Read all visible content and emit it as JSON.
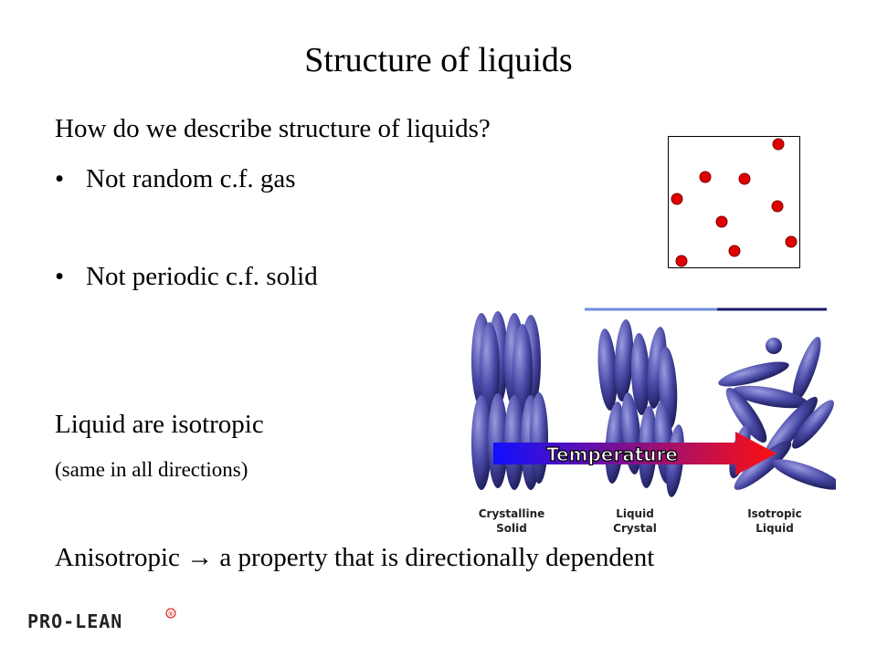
{
  "slide": {
    "title": "Structure of liquids",
    "question": "How do we describe structure of liquids?",
    "bullets": [
      {
        "symbol": "•",
        "text": "Not random c.f. gas"
      },
      {
        "symbol": "•",
        "text": "Not periodic c.f. solid"
      }
    ],
    "isotropic": {
      "heading": "Liquid are isotropic",
      "note": "(same in all directions)"
    },
    "anisotropic": "Anisotropic → a property that is directionally dependent"
  },
  "figure": {
    "arrow_label": "Temperature",
    "phases": [
      {
        "line1": "Crystalline",
        "line2": "Solid"
      },
      {
        "line1": "Liquid",
        "line2": "Crystal"
      },
      {
        "line1": "Isotropic",
        "line2": "Liquid"
      }
    ],
    "colors": {
      "molecule": "#4a4aa8",
      "particle": "#e00000",
      "arrow_start": "#1010ff",
      "arrow_end": "#ff1010"
    }
  },
  "logo": {
    "text": "PRO-LEAN",
    "mark": "®"
  }
}
